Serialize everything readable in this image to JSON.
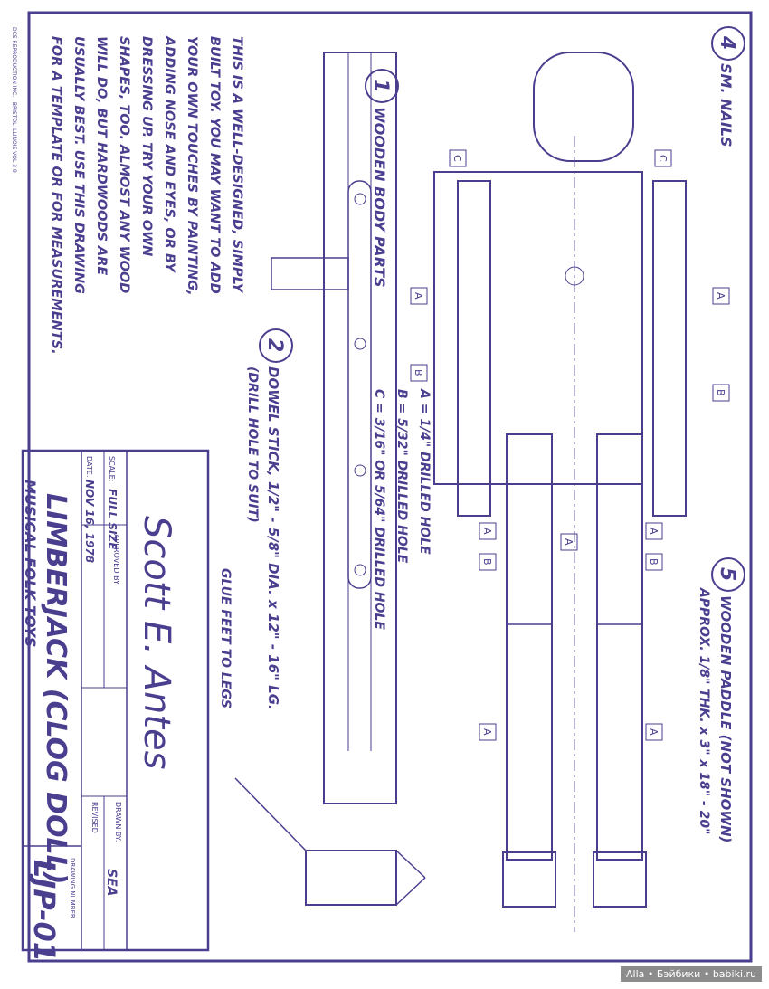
{
  "notes": {
    "printer_line": "DCS REPRODUCTION INC.   BRISTOL ILLINOIS VOL 3 9",
    "body_lines": [
      "THIS IS A WELL-DESIGNED, SIMPLY",
      "BUILT TOY. YOU MAY WANT TO ADD",
      "YOUR OWN TOUCHES BY PAINTING,",
      "ADDING NOSE AND EYES, OR BY",
      "DRESSING UP. TRY YOUR OWN",
      "SHAPES, TOO. ALMOST ANY WOOD",
      "WILL DO, BUT HARDWOODS ARE",
      "USUALLY BEST. USE THIS DRAWING",
      "FOR A TEMPLATE OR FOR MEASUREMENTS."
    ]
  },
  "callouts": [
    {
      "number": "1",
      "label": "WOODEN BODY PARTS"
    },
    {
      "number": "2",
      "label": "DOWEL STICK, 1/2\" - 5/8\" DIA. x 12\" - 16\" LG.",
      "sub": "(DRILL HOLE TO SUIT)"
    },
    {
      "number": "4",
      "label": "SM. NAILS"
    },
    {
      "number": "5",
      "label": "WOODEN PADDLE (NOT SHOWN)",
      "sub": "APPROX. 1/8\" THK. x 3\" x 18\" - 20\""
    }
  ],
  "holes_legend": [
    "A = 1/4\" DRILLED HOLE",
    "B = 5/32\" DRILLED HOLE",
    "C = 3/16\" OR 5/64\" DRILLED HOLE"
  ],
  "glue_note": "GLUE FEET TO LEGS",
  "part_tags": {
    "a": "A",
    "b": "B",
    "c": "C"
  },
  "title_block": {
    "signature": "Scott E. Antes",
    "scale_label": "SCALE:",
    "scale_value": "FULL SIZE",
    "date_label": "DATE:",
    "date_value": "NOV 16, 1978",
    "approved_label": "APPROVED BY:",
    "drawn_label": "DRAWN BY:",
    "drawn_value": "SEA",
    "revised_label": "REVISED",
    "title": "LIMBERJACK (CLOG DOLL)",
    "subtitle": "MUSICAL FOLK TOYS",
    "drawing_number_label": "DRAWING NUMBER",
    "drawing_number": "LJP-01"
  },
  "watermark": "Alla • Бэйбики • babiki.ru",
  "colors": {
    "ink": "#4a3f8f",
    "paper": "#ffffff"
  }
}
